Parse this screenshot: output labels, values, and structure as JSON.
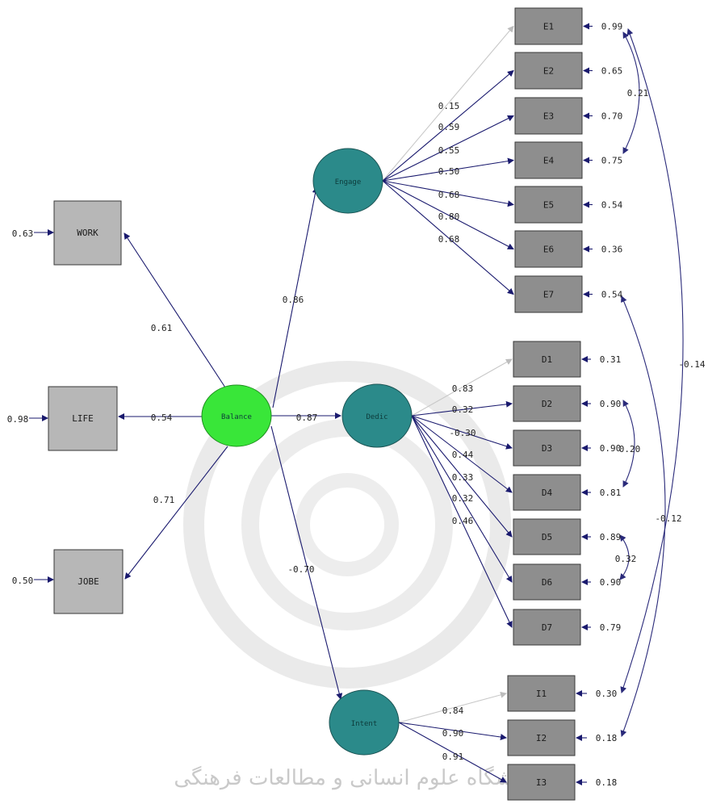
{
  "colors": {
    "box_fill": "#b7b7b7",
    "box_fill_dark": "#8e8e8e",
    "box_stroke": "#3a3a3a",
    "latent_fill": "#2b8a8a",
    "latent_stroke": "#1c5555",
    "central_fill": "#39e639",
    "central_stroke": "#1f8f1f",
    "arrow_dark": "#1a1a6e",
    "arrow_light": "#c8c8c8",
    "curve": "#2a2a7a",
    "watermark": "#d4d4d4"
  },
  "central": {
    "label": "Balance"
  },
  "latents": {
    "engagement": {
      "label": "Engage"
    },
    "dedication": {
      "label": "Dedic"
    },
    "intention": {
      "label": "Intent"
    }
  },
  "observed_left": [
    {
      "id": "WORK",
      "label": "WORK",
      "error": "0.63",
      "loading": "0.61"
    },
    {
      "id": "LIFE",
      "label": "LIFE",
      "error": "0.98",
      "loading": "0.54"
    },
    {
      "id": "JOBE",
      "label": "JOBE",
      "error": "0.50",
      "loading": "0.71"
    }
  ],
  "structural_paths": {
    "to_engagement": "0.86",
    "to_dedication": "0.87",
    "to_intention": "-0.70"
  },
  "e_items": [
    {
      "label": "E1",
      "loading": "0.15",
      "error": "0.99"
    },
    {
      "label": "E2",
      "loading": "0.59",
      "error": "0.65"
    },
    {
      "label": "E3",
      "loading": "0.55",
      "error": "0.70"
    },
    {
      "label": "E4",
      "loading": "0.50",
      "error": "0.75"
    },
    {
      "label": "E5",
      "loading": "0.68",
      "error": "0.54"
    },
    {
      "label": "E6",
      "loading": "0.80",
      "error": "0.36"
    },
    {
      "label": "E7",
      "loading": "0.68",
      "error": "0.54"
    }
  ],
  "d_items": [
    {
      "label": "D1",
      "loading": "0.83",
      "error": "0.31"
    },
    {
      "label": "D2",
      "loading": "0.32",
      "error": "0.90"
    },
    {
      "label": "D3",
      "loading": "-0.30",
      "error": "0.90"
    },
    {
      "label": "D4",
      "loading": "0.44",
      "error": "0.81"
    },
    {
      "label": "D5",
      "loading": "0.33",
      "error": "0.89"
    },
    {
      "label": "D6",
      "loading": "0.32",
      "error": "0.90"
    },
    {
      "label": "D7",
      "loading": "0.46",
      "error": "0.79"
    }
  ],
  "i_items": [
    {
      "label": "I1",
      "loading": "0.84",
      "error": "0.30"
    },
    {
      "label": "I2",
      "loading": "0.90",
      "error": "0.18"
    },
    {
      "label": "I3",
      "loading": "0.91",
      "error": "0.18"
    }
  ],
  "covariances": {
    "e1_e4": "0.21",
    "e1_i1": "-0.14",
    "e7_i2": "-0.12",
    "d2_d4": "0.20",
    "d5_d6": "0.32"
  },
  "watermark": {
    "text": "پژوهشگاه علوم انسانی و مطالعات فرهنگی"
  }
}
